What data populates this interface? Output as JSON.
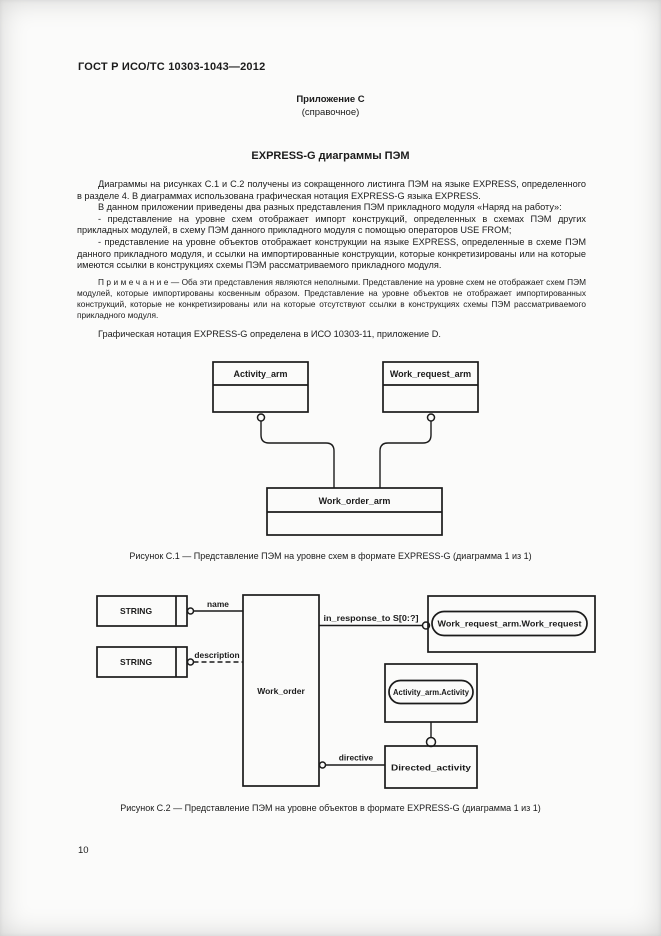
{
  "doc": {
    "header": "ГОСТ Р ИСО/ТС 10303-1043—2012",
    "annex": {
      "label": "Приложение С",
      "kind": "(справочное)"
    },
    "title": "EXPRESS-G диаграммы ПЭМ",
    "paragraphs": {
      "p1": "Диаграммы на рисунках С.1 и С.2 получены из сокращенного листинга ПЭМ на языке EXPRESS, определенного в разделе 4. В диаграммах использована графическая нотация EXPRESS-G языка EXPRESS.",
      "p2": "В данном приложении приведены два разных представления ПЭМ прикладного модуля «Наряд на работу»:",
      "b1": "- представление на уровне схем отображает импорт конструкций, определенных в схемах ПЭМ других прикладных модулей, в схему ПЭМ данного прикладного модуля с помощью операторов USE FROM;",
      "b2": "- представление на уровне объектов отображает конструкции на языке EXPRESS, определенные в схеме ПЭМ данного прикладного модуля, и ссылки на импортированные конструкции, которые конкретизированы или на которые имеются ссылки в конструкциях схемы ПЭМ рассматриваемого прикладного модуля.",
      "note": "П р и м е ч а н и е — Оба эти представления являются неполными. Представление на уровне схем не отображает схем ПЭМ модулей, которые импортированы косвенным образом. Представление на уровне объектов не отображает импортированных конструкций, которые не конкретизированы или на которые отсутствуют ссылки в конструкциях схемы ПЭМ рассматриваемого прикладного модуля.",
      "p3": "Графическая нотация EXPRESS-G определена в ИСО 10303-11, приложение D."
    },
    "page_number": "10"
  },
  "fig1": {
    "caption": "Рисунок С.1 — Представление ПЭМ на уровне схем в формате EXPRESS-G (диаграмма 1 из 1)",
    "schemas": {
      "activity": "Activity_arm",
      "work_request": "Work_request_arm",
      "work_order": "Work_order_arm"
    }
  },
  "fig2": {
    "caption": "Рисунок С.2 — Представление ПЭМ на уровне объектов в формате EXPRESS-G (диаграмма 1 из 1)",
    "nodes": {
      "string_name": "STRING",
      "string_description": "STRING",
      "work_order": "Work_order",
      "work_request_ref": "Work_request_arm.Work_request",
      "activity_ref": "Activity_arm.Activity",
      "directed_activity": "Directed_activity"
    },
    "edges": {
      "name": "name",
      "description": "description",
      "in_response_to": "in_response_to S[0:?]",
      "directive": "directive"
    }
  },
  "colors": {
    "ink": "#1b1b1b",
    "paper": "#fbfbfa"
  }
}
